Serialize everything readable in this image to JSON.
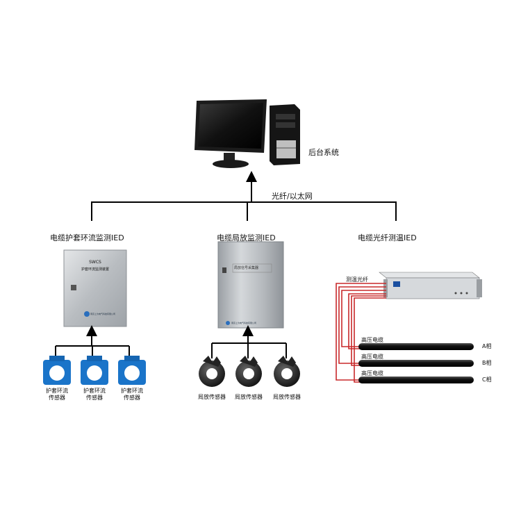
{
  "backend": {
    "label": "后台系统"
  },
  "link": {
    "label": "光纤/以太网"
  },
  "ieds": [
    {
      "title": "电缆护套环流监测IED",
      "cabinet_text": [
        "SWCS",
        "护套环流监测装置"
      ],
      "maker": "南京上为电气科技有限公司"
    },
    {
      "title": "电缆局放监测IED",
      "cabinet_text": [
        "局放信号采集器"
      ],
      "maker": "南京上为电气科技有限公司"
    },
    {
      "title": "电缆光纤测温IED"
    }
  ],
  "sheath_sensors": [
    "护套环流\n传感器",
    "护套环流\n传感器",
    "护套环流\n传感器"
  ],
  "pd_sensors": [
    "局放传感器",
    "局放传感器",
    "局放传感器"
  ],
  "fiber": {
    "label": "测温光纤"
  },
  "cables": [
    {
      "label": "高压电缆",
      "phase": "A相"
    },
    {
      "label": "高压电缆",
      "phase": "B相"
    },
    {
      "label": "高压电缆",
      "phase": "C相"
    }
  ],
  "colors": {
    "sensor_blue": "#1a74c9",
    "fiber_red": "#c8282a",
    "cable_black": "#151515"
  }
}
